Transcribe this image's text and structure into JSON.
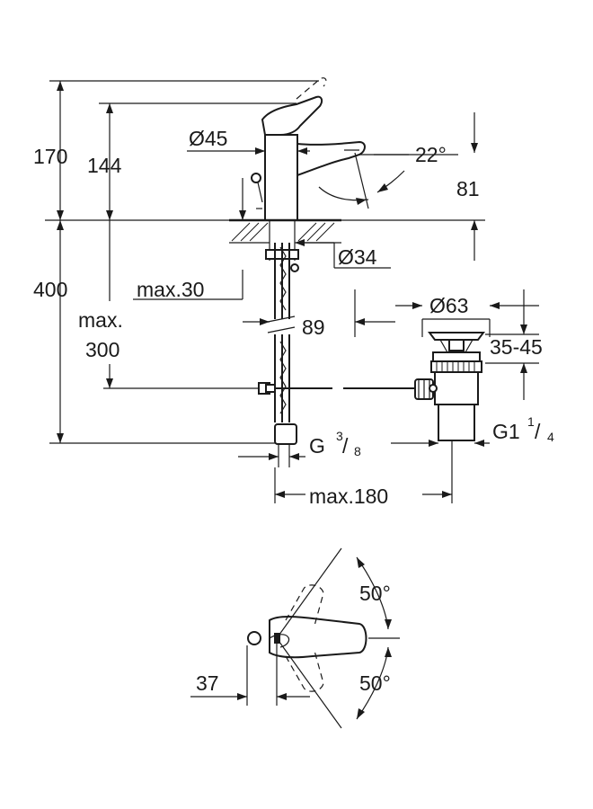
{
  "dimensions": {
    "height_total": "170",
    "height_spout": "144",
    "dia_body": "Ø45",
    "spout_angle": "22°",
    "spout_height": "81",
    "dia_hole": "Ø34",
    "deck_max": "max.30",
    "depth_total": "400",
    "max_label": "max.",
    "max_value": "300",
    "offset_89": "89",
    "dia_waste": "Ø63",
    "waste_range": "35-45",
    "connection_g": "G",
    "connection_g_num": "3",
    "connection_g_den": "8",
    "waste_g": "G1",
    "waste_g_num": "1",
    "waste_g_den": "4",
    "max_180": "max.180",
    "rotation_top": "50°",
    "rotation_bottom": "50°",
    "handle_offset": "37"
  }
}
